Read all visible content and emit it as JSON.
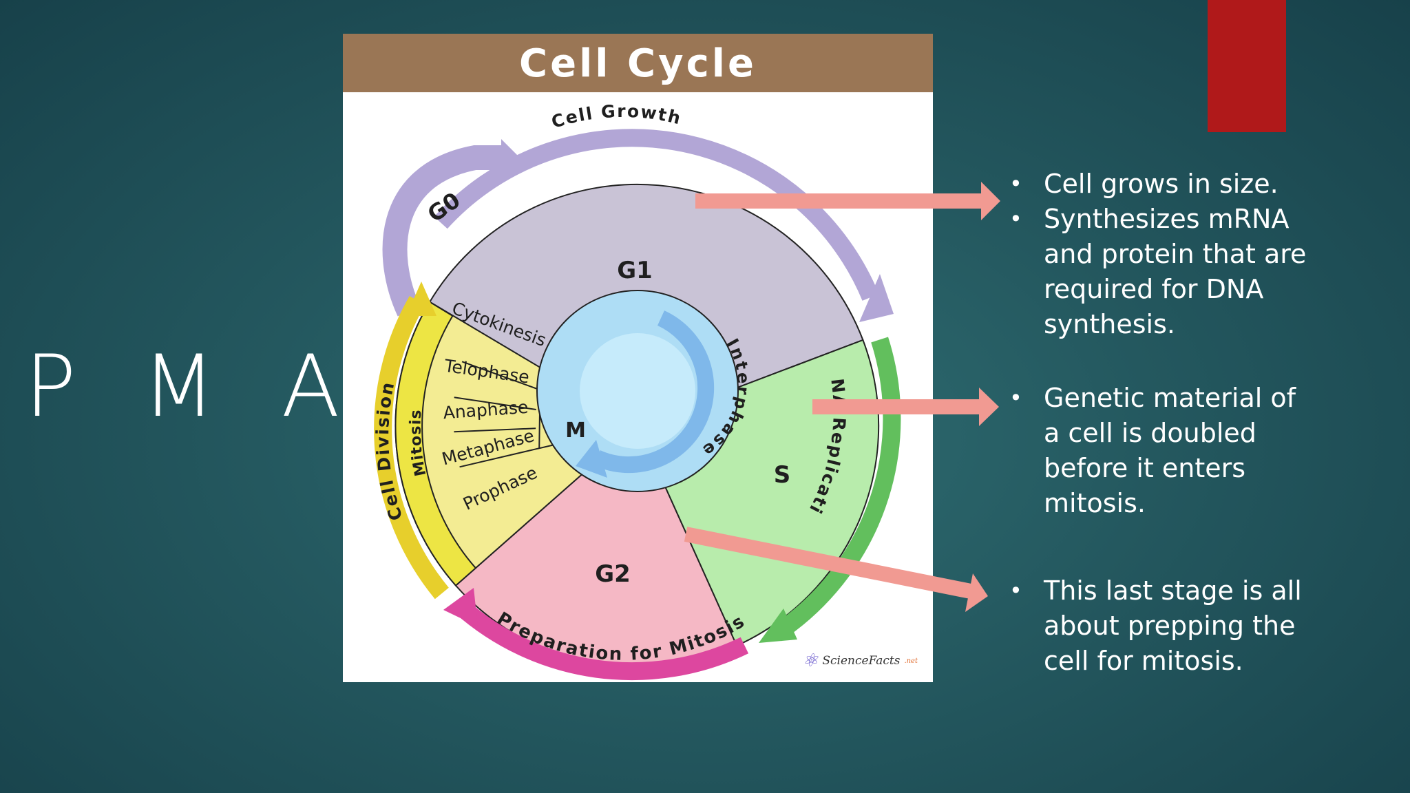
{
  "slide": {
    "side_title": "P M A T",
    "accent_color": "#b0191a"
  },
  "figure": {
    "title": "Cell Cycle",
    "credit": "ScienceFacts",
    "credit_tld": ".net",
    "credit_icon": "atom-icon",
    "phases": {
      "g0": "G0",
      "g1": "G1",
      "s": "S",
      "g2": "G2",
      "m": "M",
      "interphase": "Interphase"
    },
    "arcs": {
      "cell_growth": "Cell Growth",
      "dna_replication": "DNA Replication",
      "preparation": "Preparation for Mitosis",
      "cell_division": "Cell Division",
      "mitosis": "Mitosis"
    },
    "mitosis_stages": {
      "cytokinesis": "Cytokinesis",
      "telophase": "Telophase",
      "anaphase": "Anaphase",
      "metaphase": "Metaphase",
      "prophase": "Prophase"
    },
    "colors": {
      "g1": "#c9c3d6",
      "s": "#b8ecac",
      "g2": "#f5b8c5",
      "m": "#f3ec93",
      "mitosis_band": "#ede544",
      "growth_arc": "#b2a6d6",
      "dna_arc": "#62bf5d",
      "prep_arc": "#dd479f",
      "division_arc": "#e7cf2c",
      "interphase_outer": "#aeddf5",
      "interphase_arrow": "#7fb8ea",
      "header": "#9a7655"
    }
  },
  "annotations": {
    "arrow_color": "#f19a92",
    "g1_points": [
      "Cell grows in size.",
      "Synthesizes mRNA and protein that are required for DNA synthesis."
    ],
    "s_points": [
      "Genetic material of a cell is doubled before it enters mitosis."
    ],
    "g2_points": [
      "This last stage is all about prepping the cell for mitosis."
    ]
  }
}
